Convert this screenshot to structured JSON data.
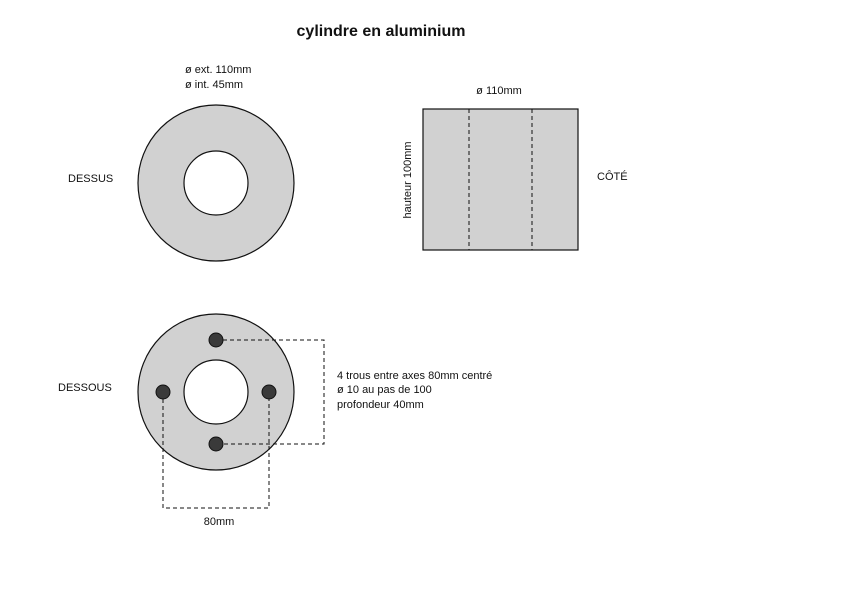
{
  "title": "cylindre en aluminium",
  "top_view": {
    "label": "DESSUS",
    "dim_outer": "ø ext. 110mm",
    "dim_inner": "ø int. 45mm"
  },
  "side_view": {
    "label": "CÔTÉ",
    "dim_diameter": "ø 110mm",
    "dim_height": "hauteur 100mm"
  },
  "bottom_view": {
    "label": "DESSOUS",
    "note_line1": "4 trous entre axes 80mm centré",
    "note_line2": "ø 10 au pas de 100",
    "note_line3": "profondeur 40mm",
    "dim_spacing": "80mm"
  },
  "colors": {
    "material_fill": "#d1d1d1",
    "hole_fill": "#3a3a3a",
    "stroke": "#111111"
  }
}
